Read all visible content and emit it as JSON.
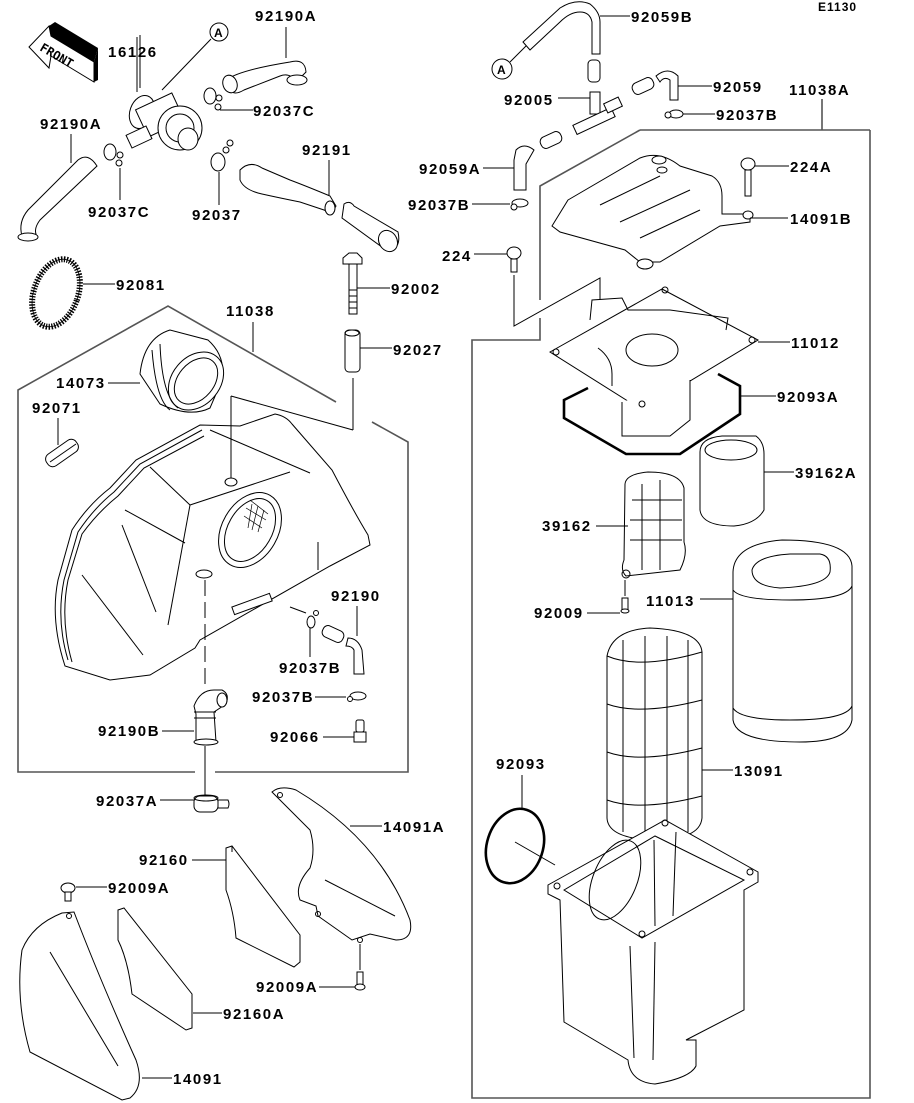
{
  "diagram": {
    "title": "Air Cleaner exploded parts diagram",
    "code": "E1130",
    "front_indicator": "FRONT",
    "connection_marker": "A",
    "labels": {
      "p16126": "16126",
      "p92190A_top": "92190A",
      "p92037C_top": "92037C",
      "p92190A_left": "92190A",
      "p92037C_left": "92037C",
      "p92037": "92037",
      "p92191": "92191",
      "p92059B": "92059B",
      "p92005": "92005",
      "p92059": "92059",
      "p92037B_top": "92037B",
      "p11038A": "11038A",
      "p92059A": "92059A",
      "p92037B_mid": "92037B",
      "p224A": "224A",
      "p14091B": "14091B",
      "p224": "224",
      "p92081": "92081",
      "p92002": "92002",
      "p11038": "11038",
      "p92027": "92027",
      "p14073": "14073",
      "p92071": "92071",
      "p11012": "11012",
      "p92093A": "92093A",
      "p39162A": "39162A",
      "p39162": "39162",
      "p92009": "92009",
      "p11013": "11013",
      "p92190": "92190",
      "p92037B_low": "92037B",
      "p92037B_low2": "92037B",
      "p92066": "92066",
      "p92190B": "92190B",
      "p92037A": "92037A",
      "p13091": "13091",
      "p92093": "92093",
      "p14091A": "14091A",
      "p92160": "92160",
      "p92009A_left": "92009A",
      "p92009A_right": "92009A",
      "p92160A": "92160A",
      "p14091": "14091"
    }
  }
}
